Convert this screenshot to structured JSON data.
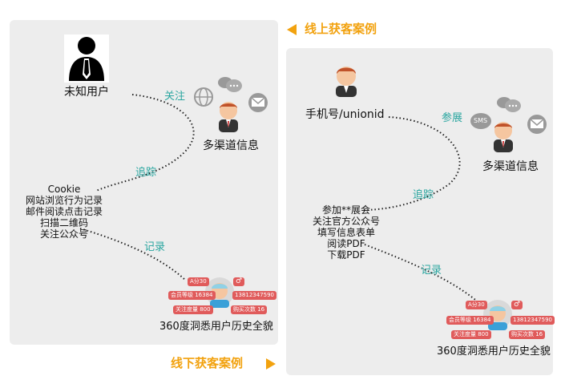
{
  "left": {
    "unknown_user": "未知用户",
    "follow": "关注",
    "multichannel": "多渠道信息",
    "track": "追踪",
    "behaviors": [
      "Cookie",
      "网站浏览行为记录",
      "邮件阅读点击记录",
      "扫描二维码",
      "关注公众号"
    ],
    "record": "记录",
    "profile": "360度洞悉用户历史全貌",
    "tags": [
      "A分30",
      "会员等级 16384",
      "关注度量 800",
      "13812347590",
      "购买次数 16"
    ],
    "gender": "♂"
  },
  "right": {
    "phone_user": "手机号/unionid",
    "join": "参展",
    "sms": "SMS",
    "multichannel": "多渠道信息",
    "track": "追踪",
    "behaviors": [
      "参加**展会",
      "关注官方公众号",
      "填写信息表单",
      "阅读PDF",
      "下载PDF"
    ],
    "record": "记录",
    "profile": "360度洞悉用户历史全貌",
    "tags": [
      "A分30",
      "会员等级 16384",
      "关注度量 800",
      "13812347590",
      "购买次数 16"
    ],
    "gender": "♂"
  },
  "labels": {
    "online": "线上获客案例",
    "offline": "线下获客案例"
  },
  "colors": {
    "accent": "#2aa6a0",
    "title": "#f2a20f",
    "tag": "#e05b5b",
    "panel": "#ededed"
  }
}
